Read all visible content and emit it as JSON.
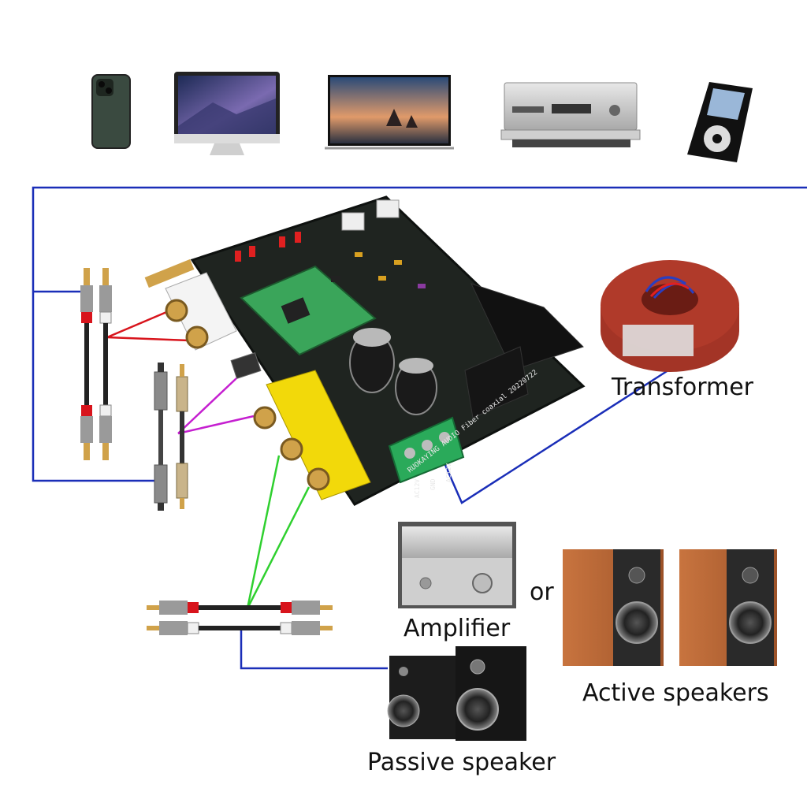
{
  "labels": {
    "transformer": "Transformer",
    "amplifier": "Amplifier",
    "or": "or",
    "active_speakers": "Active speakers",
    "passive_speaker": "Passive speaker"
  },
  "board": {
    "silkscreen": "RUOKAYING AUDIO Fiber coaxial 20220722",
    "terminal_labels": [
      "AC12V",
      "GND",
      "AC12V"
    ]
  },
  "colors": {
    "blue_wire": "#1a2eb8",
    "red_wire": "#d8141c",
    "magenta_wire": "#c51fd0",
    "green_wire": "#2fd02f",
    "pcb": "#1f2420",
    "rca_gold": "#d0a24a",
    "speaker_wood": "#b8663a"
  },
  "source_devices": [
    "phone-icon",
    "computer-icon",
    "tv-icon",
    "cd-player-icon",
    "music-player-icon"
  ]
}
